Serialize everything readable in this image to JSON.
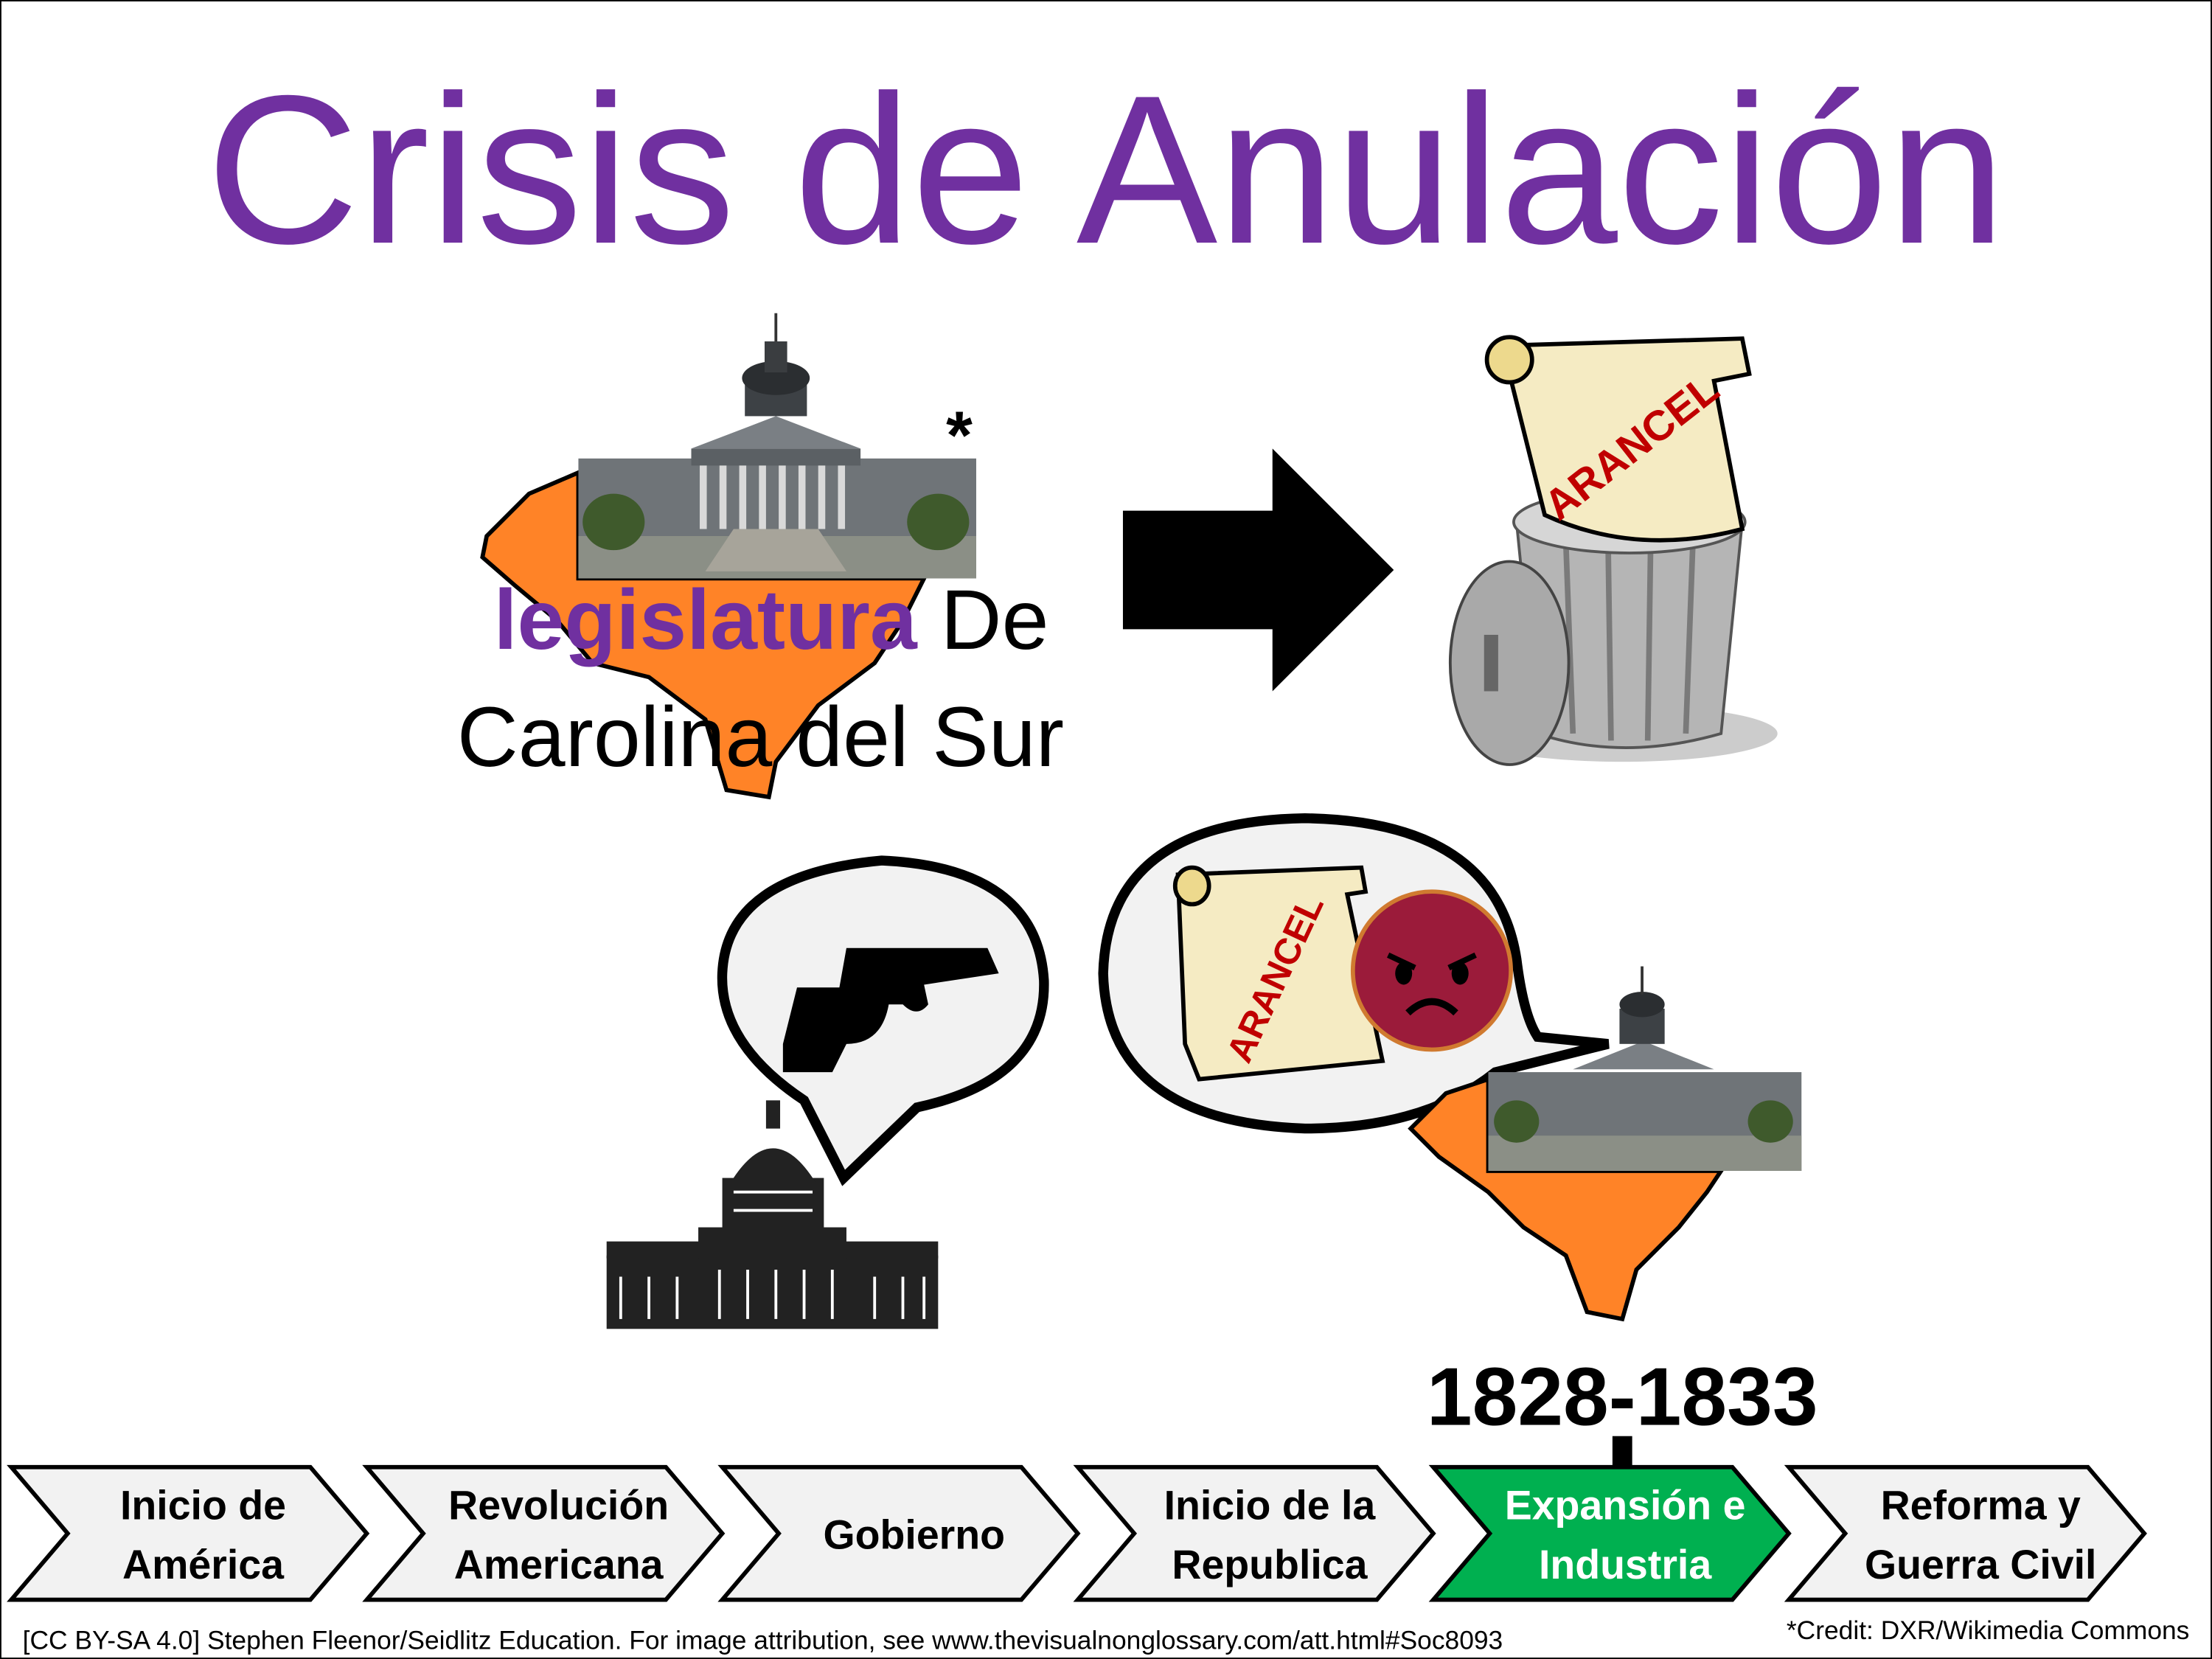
{
  "title": "Crisis de Anulación",
  "legislature": {
    "word1": "legislatura",
    "word2": "De",
    "line2": "Carolina del Sur",
    "asterisk": "*"
  },
  "scroll_label": "ARANCEL",
  "years": "1828-1833",
  "timeline": [
    {
      "line1": "Inicio de",
      "line2": "América",
      "active": false
    },
    {
      "line1": "Revolución",
      "line2": "Americana",
      "active": false
    },
    {
      "line1": "Gobierno",
      "line2": "",
      "active": false
    },
    {
      "line1": "Inicio de la",
      "line2": "Republica",
      "active": false
    },
    {
      "line1": "Expansión e",
      "line2": "Industria",
      "active": true
    },
    {
      "line1": "Reforma y",
      "line2": "Guerra Civil",
      "active": false
    }
  ],
  "footer": {
    "license": "[CC BY-SA 4.0] Stephen Fleenor/Seidlitz Education.  For image attribution, see www.thevisualnonglossary.com/att.html#Soc8093",
    "credit": "*Credit: DXR/Wikimedia Commons"
  },
  "colors": {
    "title": "#7030A0",
    "active": "#00B050",
    "inactive": "#F2F2F2",
    "state": "#FF8327",
    "angry": "#9B1B3A",
    "arancel": "#C00000"
  }
}
